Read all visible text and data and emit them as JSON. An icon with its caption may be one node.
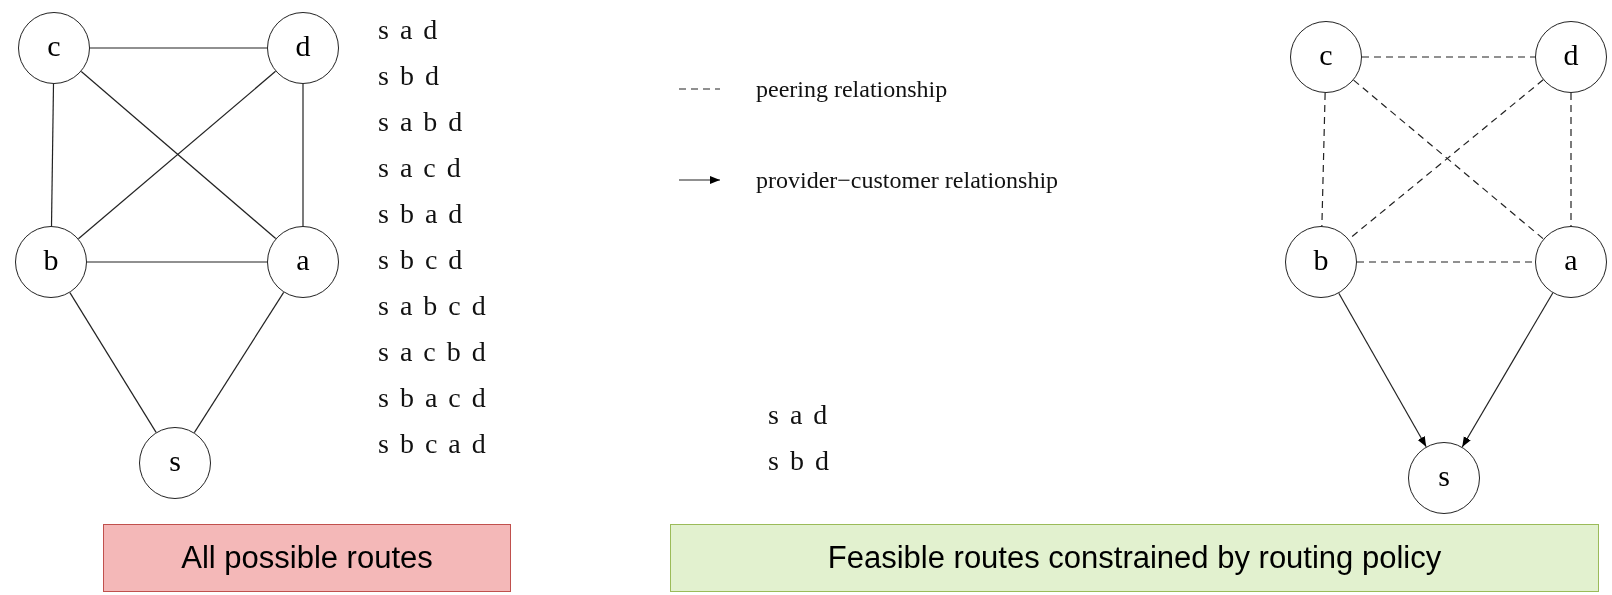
{
  "diagram": {
    "nodes": [
      {
        "text": [
          "c"
        ]
      },
      {
        "text": [
          "d"
        ]
      },
      {
        "text": [
          "b"
        ]
      },
      {
        "text": [
          "a"
        ]
      },
      {
        "text": [
          "s"
        ]
      },
      {
        "text": [
          "c"
        ]
      },
      {
        "text": [
          "d"
        ]
      },
      {
        "text": [
          "b"
        ]
      },
      {
        "text": [
          "a"
        ]
      },
      {
        "text": [
          "s"
        ]
      },
      {
        "text": [
          "All possible routes"
        ]
      },
      {
        "text": [
          "Feasible routes constrained by routing policy"
        ]
      }
    ],
    "edges": [
      {
        "from": 0,
        "to": 1,
        "arrow": "none"
      },
      {
        "from": 0,
        "to": 2,
        "arrow": "none"
      },
      {
        "from": 0,
        "to": 3,
        "arrow": "none"
      },
      {
        "from": 1,
        "to": 2,
        "arrow": "none"
      },
      {
        "from": 1,
        "to": 3,
        "arrow": "none"
      },
      {
        "from": 2,
        "to": 3,
        "arrow": "none"
      },
      {
        "from": 2,
        "to": 4,
        "arrow": "none"
      },
      {
        "from": 3,
        "to": 4,
        "arrow": "none"
      },
      {
        "from": 5,
        "to": 6,
        "arrow": "none",
        "style": "dashed"
      },
      {
        "from": 5,
        "to": 7,
        "arrow": "none",
        "style": "dashed"
      },
      {
        "from": 5,
        "to": 8,
        "arrow": "none",
        "style": "dashed"
      },
      {
        "from": 6,
        "to": 7,
        "arrow": "none",
        "style": "dashed"
      },
      {
        "from": 6,
        "to": 8,
        "arrow": "none",
        "style": "dashed"
      },
      {
        "from": 7,
        "to": 8,
        "arrow": "none",
        "style": "dashed"
      },
      {
        "from": 7,
        "to": 9,
        "arrow": "to"
      },
      {
        "from": 8,
        "to": 9,
        "arrow": "to"
      }
    ],
    "labels": [
      "s a d",
      "s b d",
      "s a b d",
      "s a c d",
      "s b a d",
      "s b c d",
      "s a b c d",
      "s a c b d",
      "s b a c d",
      "s b c a d",
      "s a d",
      "s b d"
    ],
    "legend": [
      {
        "text": "peering relationship"
      },
      {
        "text": "provider−customer relationship"
      }
    ]
  }
}
